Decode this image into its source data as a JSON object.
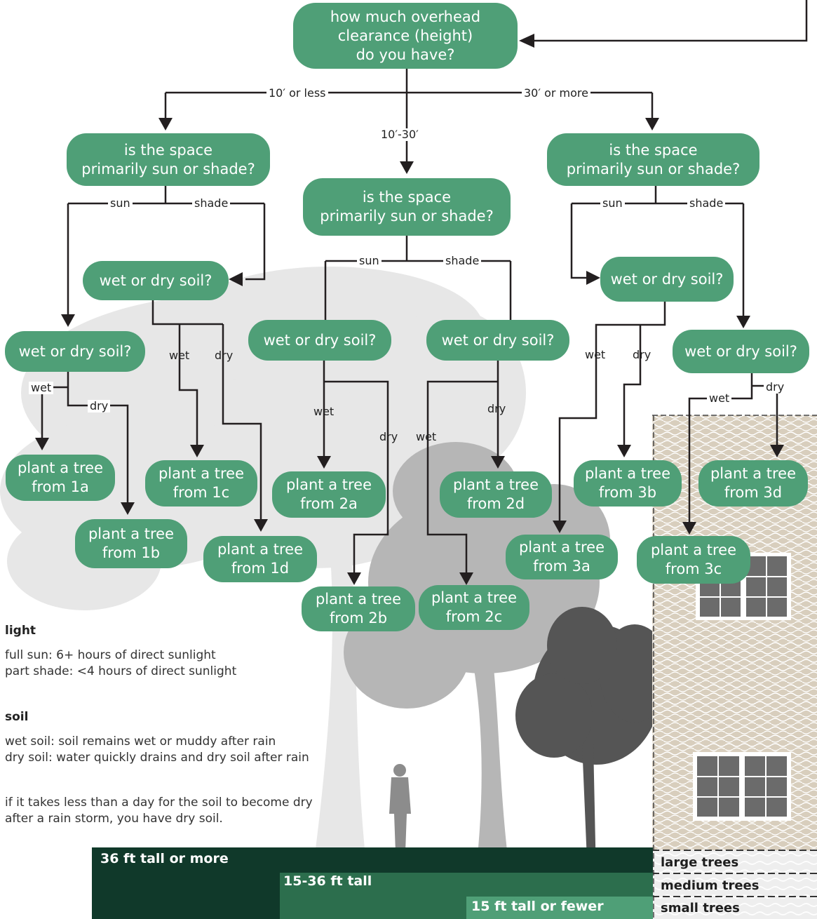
{
  "questions": {
    "height": [
      "how much overhead",
      "clearance (height)",
      "do you have?"
    ],
    "sun_shade_left": [
      "is the space",
      "primarily sun or shade?"
    ],
    "sun_shade_mid": [
      "is the space",
      "primarily sun or shade?"
    ],
    "sun_shade_right": [
      "is the space",
      "primarily sun or shade?"
    ],
    "soil": "wet or dry soil?"
  },
  "branch_labels": {
    "ten_or_less": "10′ or less",
    "ten_thirty": "10′-30′",
    "thirty_or_more": "30′ or more",
    "sun": "sun",
    "shade": "shade",
    "wet": "wet",
    "dry": "dry"
  },
  "results": {
    "r1a": [
      "plant a tree",
      "from 1a"
    ],
    "r1b": [
      "plant a tree",
      "from 1b"
    ],
    "r1c": [
      "plant a tree",
      "from 1c"
    ],
    "r1d": [
      "plant a tree",
      "from 1d"
    ],
    "r2a": [
      "plant a tree",
      "from 2a"
    ],
    "r2b": [
      "plant a tree",
      "from 2b"
    ],
    "r2c": [
      "plant a tree",
      "from 2c"
    ],
    "r2d": [
      "plant a tree",
      "from 2d"
    ],
    "r3a": [
      "plant a tree",
      "from 3a"
    ],
    "r3b": [
      "plant a tree",
      "from 3b"
    ],
    "r3c": [
      "plant a tree",
      "from 3c"
    ],
    "r3d": [
      "plant a tree",
      "from 3d"
    ]
  },
  "legend": {
    "light_title": "light",
    "light_lines": [
      "full sun: 6+ hours of direct sunlight",
      "part shade: <4 hours of direct sunlight"
    ],
    "soil_title": "soil",
    "soil_lines": [
      "wet soil: soil remains wet or muddy after rain",
      "dry soil: water quickly drains and dry soil after rain"
    ],
    "note_lines": [
      "if it takes less than a day for the soil to become dry",
      "after a rain storm, you have dry soil."
    ]
  },
  "height_bands": {
    "large": "36 ft tall or more",
    "medium": "15-36 ft tall",
    "small": "15 ft tall or fewer"
  },
  "tree_tiers": {
    "large": "large trees",
    "medium": "medium trees",
    "small": "small trees"
  },
  "colors": {
    "node_green": "#4f9f77",
    "band_dark": "#10392a",
    "band_mid": "#2c6e4d",
    "band_light": "#4f9f77",
    "brick": "#d9cfbf"
  }
}
